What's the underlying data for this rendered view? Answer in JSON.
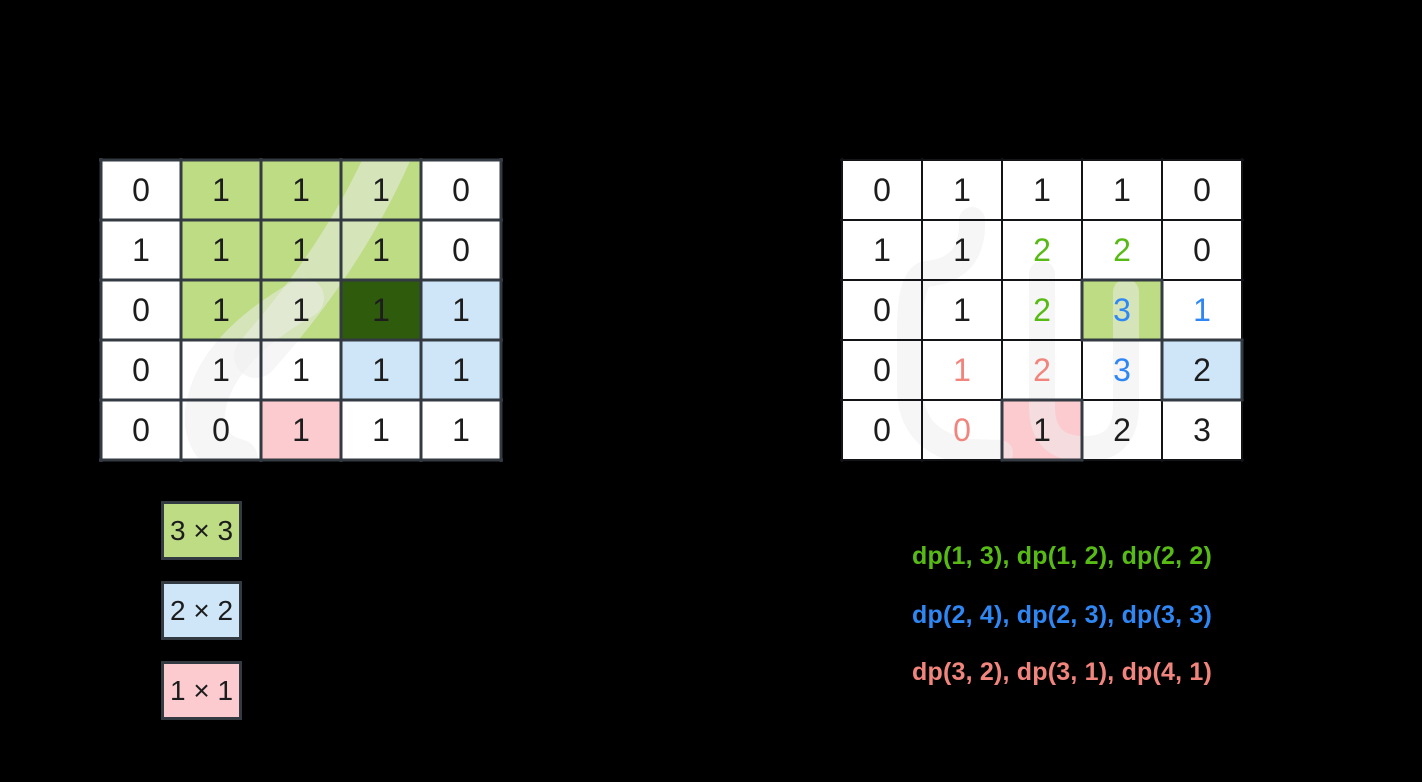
{
  "colors": {
    "background": "#000000",
    "cell_white": "#ffffff",
    "green": "#bddc84",
    "darkgreen": "#2f5b0d",
    "blue": "#cfe6f9",
    "pink": "#fbcbd0",
    "grid_line": "#333a41",
    "grid_line_thin": "#121417",
    "txt_black": "#1d1d1d",
    "txt_green": "#58bb15",
    "txt_blue": "#2f87f4",
    "txt_red": "#f1847d"
  },
  "matrix_grid": {
    "cells": [
      [
        {
          "v": "0",
          "bg": "white",
          "fg": "black"
        },
        {
          "v": "1",
          "bg": "green",
          "fg": "black"
        },
        {
          "v": "1",
          "bg": "green",
          "fg": "black"
        },
        {
          "v": "1",
          "bg": "green",
          "fg": "black"
        },
        {
          "v": "0",
          "bg": "white",
          "fg": "black"
        }
      ],
      [
        {
          "v": "1",
          "bg": "white",
          "fg": "black"
        },
        {
          "v": "1",
          "bg": "green",
          "fg": "black"
        },
        {
          "v": "1",
          "bg": "green",
          "fg": "black"
        },
        {
          "v": "1",
          "bg": "green",
          "fg": "black"
        },
        {
          "v": "0",
          "bg": "white",
          "fg": "black"
        }
      ],
      [
        {
          "v": "0",
          "bg": "white",
          "fg": "black"
        },
        {
          "v": "1",
          "bg": "green",
          "fg": "black"
        },
        {
          "v": "1",
          "bg": "green",
          "fg": "black"
        },
        {
          "v": "1",
          "bg": "darkgreen",
          "fg": "black"
        },
        {
          "v": "1",
          "bg": "blue",
          "fg": "black"
        }
      ],
      [
        {
          "v": "0",
          "bg": "white",
          "fg": "black"
        },
        {
          "v": "1",
          "bg": "white",
          "fg": "black"
        },
        {
          "v": "1",
          "bg": "white",
          "fg": "black"
        },
        {
          "v": "1",
          "bg": "blue",
          "fg": "black"
        },
        {
          "v": "1",
          "bg": "blue",
          "fg": "black"
        }
      ],
      [
        {
          "v": "0",
          "bg": "white",
          "fg": "black"
        },
        {
          "v": "0",
          "bg": "white",
          "fg": "black"
        },
        {
          "v": "1",
          "bg": "pink",
          "fg": "black"
        },
        {
          "v": "1",
          "bg": "white",
          "fg": "black"
        },
        {
          "v": "1",
          "bg": "white",
          "fg": "black"
        }
      ]
    ],
    "highlights": [],
    "line_width": 3,
    "line_color_key": "grid_line"
  },
  "dp_grid": {
    "cells": [
      [
        {
          "v": "0",
          "bg": "white",
          "fg": "black"
        },
        {
          "v": "1",
          "bg": "white",
          "fg": "black"
        },
        {
          "v": "1",
          "bg": "white",
          "fg": "black"
        },
        {
          "v": "1",
          "bg": "white",
          "fg": "black"
        },
        {
          "v": "0",
          "bg": "white",
          "fg": "black"
        }
      ],
      [
        {
          "v": "1",
          "bg": "white",
          "fg": "black"
        },
        {
          "v": "1",
          "bg": "white",
          "fg": "black"
        },
        {
          "v": "2",
          "bg": "white",
          "fg": "green"
        },
        {
          "v": "2",
          "bg": "white",
          "fg": "green"
        },
        {
          "v": "0",
          "bg": "white",
          "fg": "black"
        }
      ],
      [
        {
          "v": "0",
          "bg": "white",
          "fg": "black"
        },
        {
          "v": "1",
          "bg": "white",
          "fg": "black"
        },
        {
          "v": "2",
          "bg": "white",
          "fg": "green"
        },
        {
          "v": "3",
          "bg": "green",
          "fg": "blue"
        },
        {
          "v": "1",
          "bg": "white",
          "fg": "blue"
        }
      ],
      [
        {
          "v": "0",
          "bg": "white",
          "fg": "black"
        },
        {
          "v": "1",
          "bg": "white",
          "fg": "red"
        },
        {
          "v": "2",
          "bg": "white",
          "fg": "red"
        },
        {
          "v": "3",
          "bg": "white",
          "fg": "blue"
        },
        {
          "v": "2",
          "bg": "blue",
          "fg": "black"
        }
      ],
      [
        {
          "v": "0",
          "bg": "white",
          "fg": "black"
        },
        {
          "v": "0",
          "bg": "white",
          "fg": "red"
        },
        {
          "v": "1",
          "bg": "pink",
          "fg": "black"
        },
        {
          "v": "2",
          "bg": "white",
          "fg": "black"
        },
        {
          "v": "3",
          "bg": "white",
          "fg": "black"
        }
      ]
    ],
    "highlights": [
      {
        "row": 2,
        "col": 3
      },
      {
        "row": 3,
        "col": 4
      },
      {
        "row": 4,
        "col": 2
      }
    ],
    "line_width": 2,
    "line_color_key": "grid_line_thin"
  },
  "legend": [
    {
      "label": "3 × 3",
      "color": "green"
    },
    {
      "label": "2 × 2",
      "color": "blue"
    },
    {
      "label": "1 × 1",
      "color": "pink"
    }
  ],
  "dp_lines": [
    {
      "text": "dp(1, 3), dp(1, 2), dp(2, 2)",
      "color": "txt_green"
    },
    {
      "text": "dp(2, 4), dp(2, 3), dp(3, 3)",
      "color": "txt_blue"
    },
    {
      "text": "dp(3, 2), dp(3, 1), dp(4, 1)",
      "color": "txt_red"
    }
  ]
}
